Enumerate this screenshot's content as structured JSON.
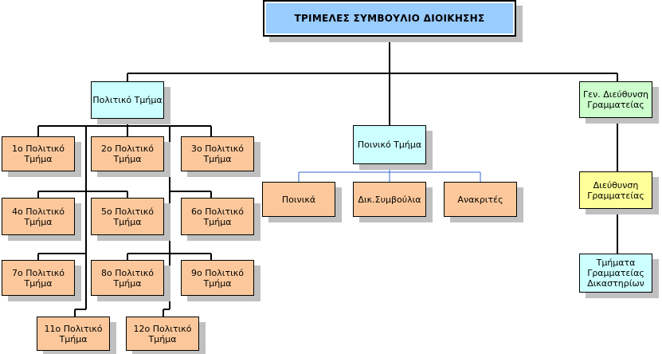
{
  "board": {
    "title": "ΤΡΙΜΕΛΕΣ ΣΥΜΒΟΥΛΙΟ ΔΙΟΙΚΗΣΗΣ"
  },
  "civil": {
    "title": "Πολιτικό Τμήμα",
    "sections": [
      "1ο Πολιτικό Τμήμα",
      "2ο Πολιτικό Τμήμα",
      "3ο Πολιτικό Τμήμα",
      "4ο Πολιτικό Τμήμα",
      "5ο Πολιτικό Τμήμα",
      "6ο Πολιτικό Τμήμα",
      "7ο Πολιτικό Τμήμα",
      "8ο Πολιτικό Τμήμα",
      "9ο Πολιτικό Τμήμα",
      "11ο Πολιτικό Τμήμα",
      "12ο Πολιτικό Τμήμα"
    ]
  },
  "criminal": {
    "title": "Ποινικό Τμήμα",
    "units": [
      "Ποινικά",
      "Δικ.Συμβούλια",
      "Ανακριτές"
    ]
  },
  "secretariat": {
    "general": "Γεν. Διεύθυνση Γραμματείας",
    "directorate": "Διεύθυνση Γραμματείας",
    "departments": "Τμήματα Γραμματείας Δικαστηρίων"
  }
}
